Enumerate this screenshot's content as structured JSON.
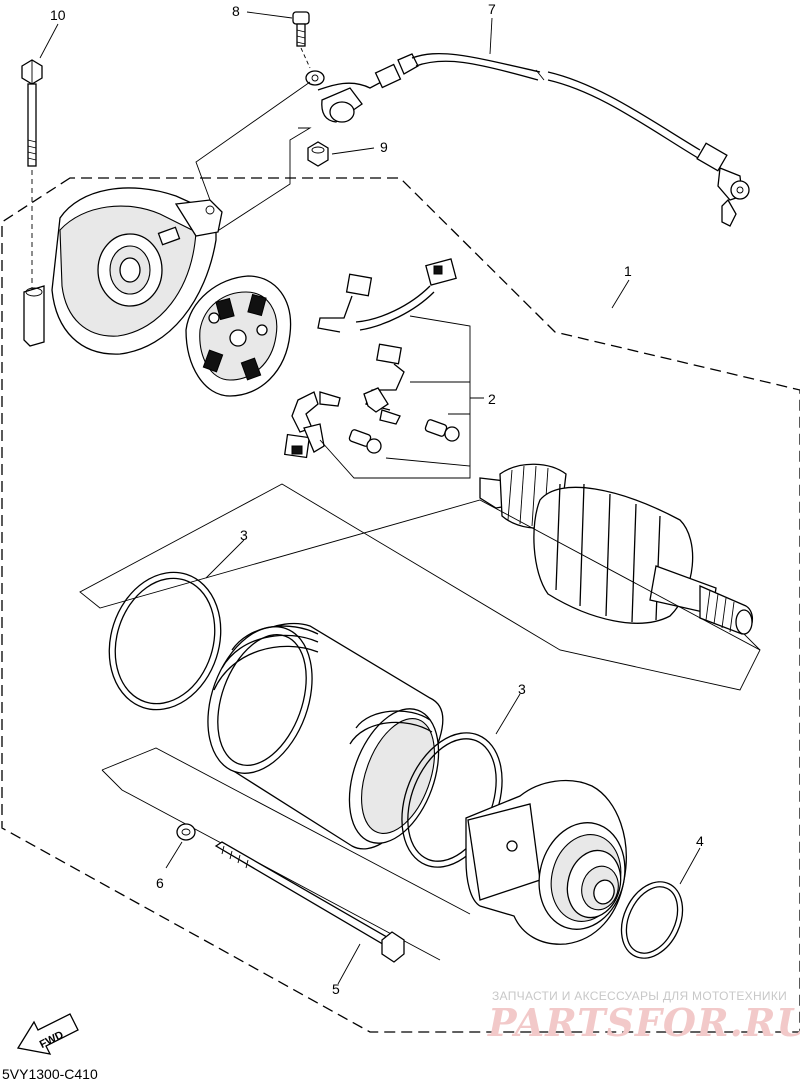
{
  "callouts": [
    {
      "id": "1",
      "label": "1"
    },
    {
      "id": "2",
      "label": "2"
    },
    {
      "id": "3a",
      "label": "3"
    },
    {
      "id": "3b",
      "label": "3"
    },
    {
      "id": "4",
      "label": "4"
    },
    {
      "id": "5",
      "label": "5"
    },
    {
      "id": "6",
      "label": "6"
    },
    {
      "id": "7",
      "label": "7"
    },
    {
      "id": "8",
      "label": "8"
    },
    {
      "id": "9",
      "label": "9"
    },
    {
      "id": "10",
      "label": "10"
    }
  ],
  "fwd_label": "FWD",
  "diagram_code": "5VY1300-C410",
  "watermark": {
    "tagline": "ЗАПЧАСТИ И АКСЕССУАРЫ ДЛЯ МОТОТЕХНИКИ",
    "logo": "PARTSFOR.RU"
  }
}
